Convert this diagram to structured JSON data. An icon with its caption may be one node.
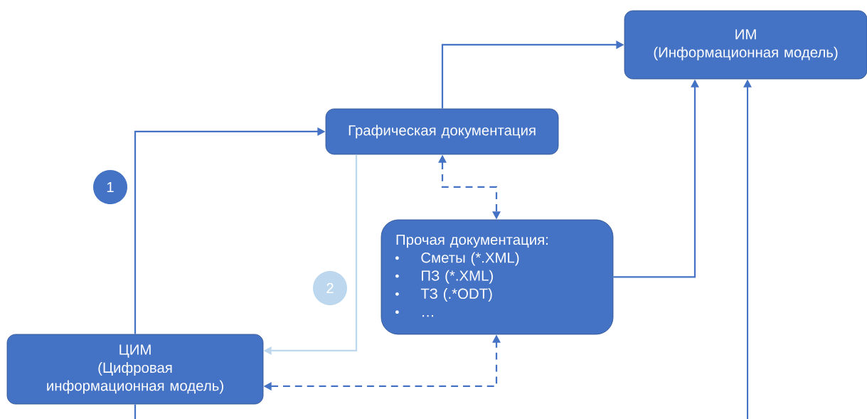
{
  "diagram": {
    "nodes": [
      {
        "text": [
          "ИМ",
          "(Информационная модель)"
        ]
      },
      {
        "text": [
          "Графическая документация"
        ]
      },
      {
        "text": [
          "Прочая документация:",
          "Сметы (*.XML)",
          "ПЗ (*.XML)",
          "ТЗ (.*ODT)",
          "…"
        ]
      },
      {
        "text": [
          "ЦИМ",
          "(Цифровая информационная модель)"
        ]
      }
    ],
    "edges": [
      {
        "from": 3,
        "to": 1,
        "arrow": "to"
      },
      {
        "from": 1,
        "to": 0,
        "arrow": "to"
      },
      {
        "from": 1,
        "to": 2,
        "arrow": "both",
        "style": "dashed"
      },
      {
        "from": 2,
        "to": 0,
        "arrow": "to"
      },
      {
        "from": 1,
        "to": 3,
        "arrow": "to",
        "color": "#bdd7ee"
      },
      {
        "from": 3,
        "to": 2,
        "arrow": "both",
        "style": "dashed"
      },
      {
        "from": 3,
        "to": null,
        "arrow": "none"
      },
      {
        "from": null,
        "to": 0,
        "arrow": "to"
      }
    ],
    "labels": [
      "1",
      "2"
    ]
  }
}
